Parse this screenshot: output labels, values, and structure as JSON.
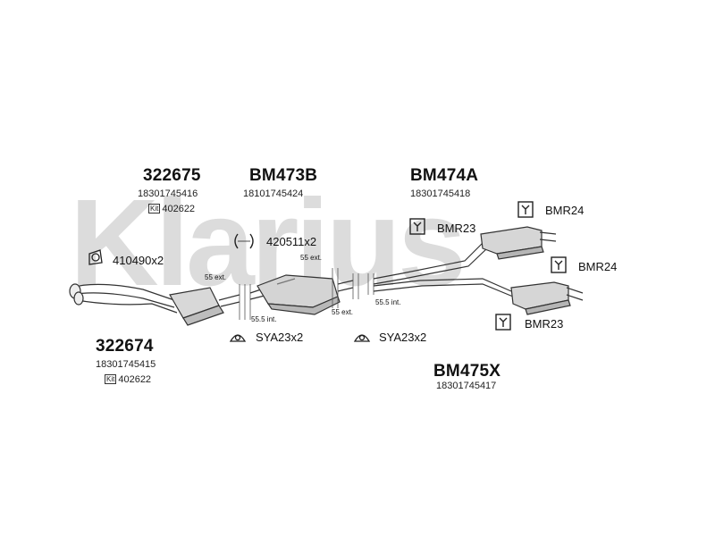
{
  "watermark": "Klarius",
  "groups": [
    {
      "part": "322675",
      "number": "18301745416",
      "kit_tag": "Kit",
      "kit": "402622"
    },
    {
      "part": "BM473B",
      "number": "18101745424"
    },
    {
      "part": "BM474A",
      "number": "18301745418"
    },
    {
      "part": "322674",
      "number": "18301745415",
      "kit_tag": "Kit",
      "kit": "402622"
    },
    {
      "part": "BM475X",
      "number": "18301745417"
    }
  ],
  "accessories": [
    {
      "label": "420511x2",
      "icon": "clamp-icon"
    },
    {
      "label": "410490x2",
      "icon": "gasket-icon"
    },
    {
      "label": "SYA23x2",
      "icon": "mounting-rubber-icon"
    },
    {
      "label": "SYA23x2",
      "icon": "mounting-rubber-icon"
    },
    {
      "label": "BMR23",
      "icon": "hanger-icon"
    },
    {
      "label": "BMR24",
      "icon": "hanger-icon"
    },
    {
      "label": "BMR24",
      "icon": "hanger-icon"
    },
    {
      "label": "BMR23",
      "icon": "hanger-icon"
    }
  ],
  "dimensions": [
    "55 ext.",
    "55 ext.",
    "55.5 int.",
    "55 ext.",
    "55.5 int."
  ]
}
